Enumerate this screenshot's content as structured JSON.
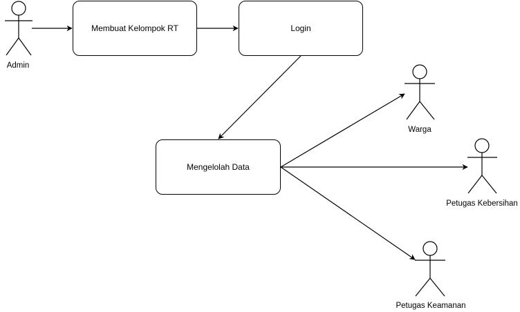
{
  "actors": {
    "admin": "Admin",
    "warga": "Warga",
    "kebersihan": "Petugas Kebersihan",
    "keamanan": "Petugas Keamanan"
  },
  "processes": {
    "membuat": "Membuat Kelompok RT",
    "login": "Login",
    "mengelola": "Mengelolah Data"
  },
  "colors": {
    "stroke": "#000000",
    "fill": "#ffffff"
  }
}
